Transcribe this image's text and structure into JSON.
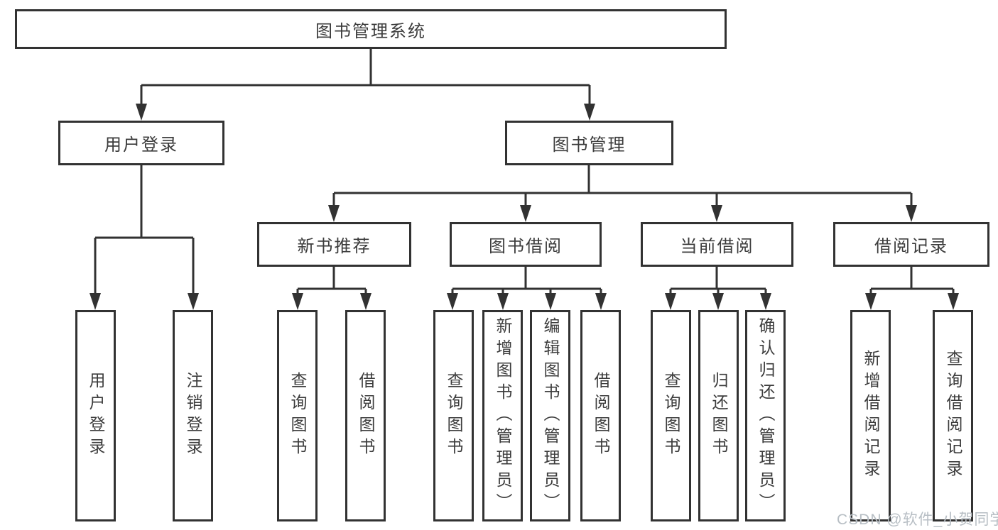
{
  "tree": {
    "root": {
      "label": "图书管理系统",
      "children": [
        {
          "label": "用户登录",
          "children": [
            {
              "label": "用户登录"
            },
            {
              "label": "注销登录"
            }
          ]
        },
        {
          "label": "图书管理",
          "children": [
            {
              "label": "新书推荐",
              "children": [
                {
                  "label": "查询图书"
                },
                {
                  "label": "借阅图书"
                }
              ]
            },
            {
              "label": "图书借阅",
              "children": [
                {
                  "label": "查询图书"
                },
                {
                  "label": "新增图书（管理员）"
                },
                {
                  "label": "编辑图书（管理员）"
                },
                {
                  "label": "借阅图书"
                }
              ]
            },
            {
              "label": "当前借阅",
              "children": [
                {
                  "label": "查询图书"
                },
                {
                  "label": "归还图书"
                },
                {
                  "label": "确认归还（管理员）"
                }
              ]
            },
            {
              "label": "借阅记录",
              "children": [
                {
                  "label": "新增借阅记录"
                },
                {
                  "label": "查询借阅记录"
                }
              ]
            }
          ]
        }
      ]
    }
  },
  "watermark": {
    "text": "CSDN @软件_小贺同学"
  },
  "colors": {
    "line": "#323232",
    "text": "#3c3c3c",
    "watermark": "#b7bec4"
  }
}
